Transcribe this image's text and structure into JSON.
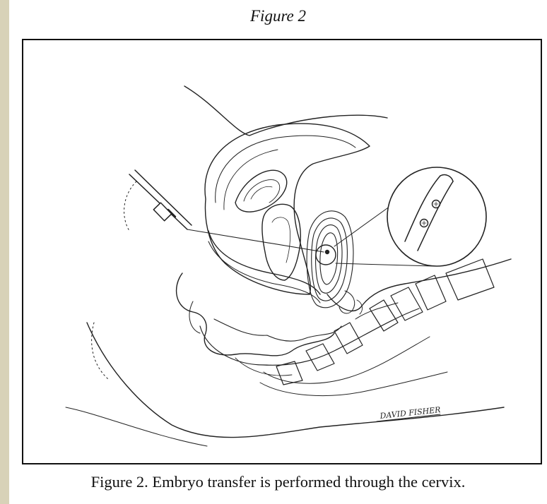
{
  "figure": {
    "header": "Figure 2",
    "caption": "Figure 2. Embryo transfer is performed through the cervix.",
    "artist_signature": "DAVID FISHER"
  },
  "illustration": {
    "subject": "sagittal cross-section of female pelvis with transfer catheter passing through the cervix, magnified inset of catheter tip with embryos",
    "inset_contents": [
      "catheter-tip",
      "embryo",
      "embryo"
    ]
  }
}
